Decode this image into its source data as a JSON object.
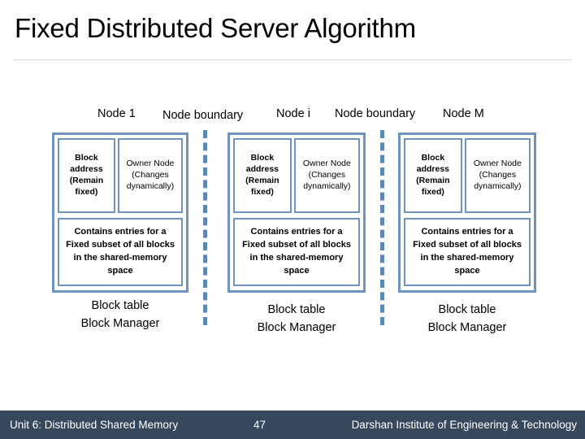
{
  "slide": {
    "title": "Fixed Distributed Server Algorithm"
  },
  "colors": {
    "box_border": "#6e93c0",
    "boundary_line": "#5f87b4",
    "footer_bg": "#37485c",
    "title_rule": "#d9d9d9",
    "text": "#000000"
  },
  "diagram": {
    "labels": {
      "node_1": "Node 1",
      "node_boundary_1": "Node boundary",
      "node_i": "Node i",
      "node_boundary_2": "Node boundary",
      "node_m": "Node M"
    },
    "nodes": [
      {
        "id": "node-1",
        "block_address": "Block address (Remain fixed)",
        "owner_node": "Owner Node (Changes dynamically)",
        "description": "Contains entries for a Fixed subset of all blocks in the shared-memory space",
        "caption_line_1": "Block table",
        "caption_line_2": "Block Manager"
      },
      {
        "id": "node-i",
        "block_address": "Block address (Remain fixed)",
        "owner_node": "Owner Node (Changes dynamically)",
        "description": "Contains entries for a Fixed subset of all blocks in the shared-memory space",
        "caption_line_1": "Block table",
        "caption_line_2": "Block Manager"
      },
      {
        "id": "node-m",
        "block_address": "Block address (Remain fixed)",
        "owner_node": "Owner Node (Changes dynamically)",
        "description": "Contains entries for a Fixed subset of all blocks in the shared-memory space",
        "caption_line_1": "Block table",
        "caption_line_2": "Block Manager"
      }
    ]
  },
  "footer": {
    "unit": "Unit 6: Distributed Shared Memory",
    "page_number": "47",
    "institute": "Darshan Institute of Engineering & Technology"
  }
}
